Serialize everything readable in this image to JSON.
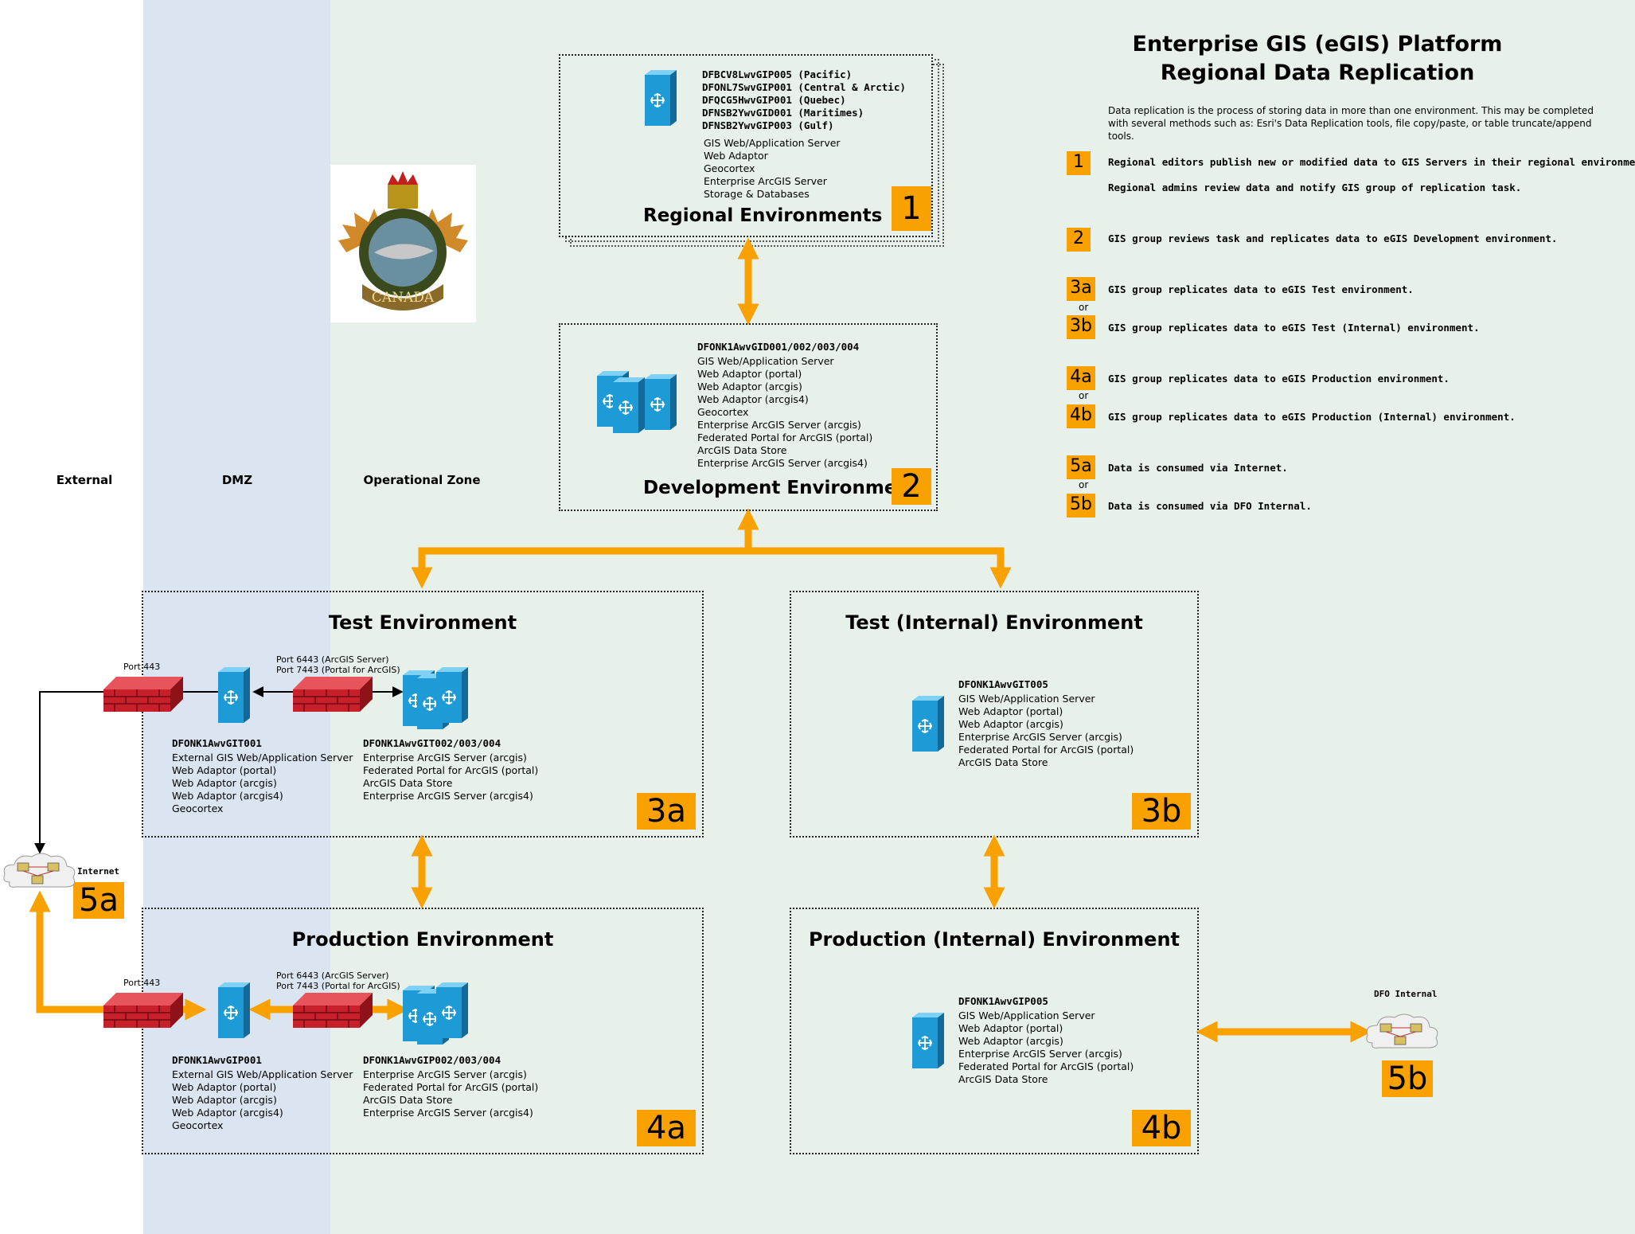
{
  "zones": {
    "external": "External",
    "dmz": "DMZ",
    "operational": "Operational Zone"
  },
  "title": {
    "line1": "Enterprise GIS (eGIS) Platform",
    "line2": "Regional Data Replication"
  },
  "intro": "Data replication is the process of storing data in more than one environment.  This may be completed with several methods such as: Esri's Data Replication tools, file copy/paste, or table truncate/append tools.",
  "steps": [
    {
      "badge": "1",
      "text": "Regional editors publish new or modified data to GIS Servers in their regional environments."
    },
    {
      "badge": "",
      "text": "Regional admins review data and notify GIS group of replication task."
    },
    {
      "badge": "2",
      "text": "GIS group reviews task and replicates data to eGIS Development environment."
    },
    {
      "badge": "3a",
      "text": "GIS group replicates data to eGIS Test environment."
    },
    {
      "badge": "3b",
      "text": "GIS group replicates data to eGIS Test (Internal) environment."
    },
    {
      "badge": "4a",
      "text": "GIS group replicates data to eGIS Production environment."
    },
    {
      "badge": "4b",
      "text": "GIS group replicates data to eGIS Production (Internal) environment."
    },
    {
      "badge": "5a",
      "text": "Data is consumed via Internet."
    },
    {
      "badge": "5b",
      "text": "Data is consumed via DFO Internal."
    }
  ],
  "or_label": "or",
  "regional": {
    "title": "Regional Environments",
    "badge": "1",
    "hosts": [
      "DFBCV8LwvGIP005 (Pacific)",
      "DFONL7SwvGIP001 (Central & Arctic)",
      "DFQCG5HwvGIP001 (Quebec)",
      "DFNSB2YwvGID001 (Maritimes)",
      "DFNSB2YwvGIP003 (Gulf)"
    ],
    "services": [
      "GIS Web/Application Server",
      "Web Adaptor",
      "Geocortex",
      "Enterprise ArcGIS Server",
      "Storage & Databases"
    ]
  },
  "development": {
    "title": "Development Environment",
    "badge": "2",
    "host": "DFONK1AwvGID001/002/003/004",
    "services": [
      "GIS Web/Application Server",
      "Web Adaptor (portal)",
      "Web Adaptor (arcgis)",
      "Web Adaptor (arcgis4)",
      "Geocortex",
      "Enterprise ArcGIS Server (arcgis)",
      "Federated Portal for ArcGIS (portal)",
      "ArcGIS Data Store",
      "Enterprise ArcGIS Server (arcgis4)"
    ]
  },
  "test": {
    "title": "Test Environment",
    "badge": "3a",
    "port_443": "Port 443",
    "port_6443": "Port 6443 (ArcGIS Server)",
    "port_7443": "Port 7443 (Portal for ArcGIS)",
    "host1": "DFONK1AwvGIT001",
    "services1": [
      "External GIS Web/Application Server",
      "Web Adaptor (portal)",
      "Web Adaptor (arcgis)",
      "Web Adaptor (arcgis4)",
      "Geocortex"
    ],
    "host2": "DFONK1AwvGIT002/003/004",
    "services2": [
      "Enterprise ArcGIS Server (arcgis)",
      "Federated Portal for ArcGIS (portal)",
      "ArcGIS Data Store",
      "Enterprise ArcGIS Server (arcgis4)"
    ]
  },
  "test_internal": {
    "title": "Test (Internal) Environment",
    "badge": "3b",
    "host": "DFONK1AwvGIT005",
    "services": [
      "GIS Web/Application Server",
      "Web Adaptor (portal)",
      "Web Adaptor (arcgis)",
      "Enterprise ArcGIS Server (arcgis)",
      "Federated Portal for ArcGIS (portal)",
      "ArcGIS Data Store"
    ]
  },
  "production": {
    "title": "Production Environment",
    "badge": "4a",
    "port_443": "Port 443",
    "port_6443": "Port 6443 (ArcGIS Server)",
    "port_7443": "Port 7443 (Portal for ArcGIS)",
    "host1": "DFONK1AwvGIP001",
    "services1": [
      "External GIS Web/Application Server",
      "Web Adaptor (portal)",
      "Web Adaptor (arcgis)",
      "Web Adaptor (arcgis4)",
      "Geocortex"
    ],
    "host2": "DFONK1AwvGIP002/003/004",
    "services2": [
      "Enterprise ArcGIS Server (arcgis)",
      "Federated Portal for ArcGIS (portal)",
      "ArcGIS Data Store",
      "Enterprise ArcGIS Server (arcgis4)"
    ]
  },
  "production_internal": {
    "title": "Production (Internal) Environment",
    "badge": "4b",
    "host": "DFONK1AwvGIP005",
    "services": [
      "GIS Web/Application Server",
      "Web Adaptor (portal)",
      "Web Adaptor (arcgis)",
      "Enterprise ArcGIS Server (arcgis)",
      "Federated Portal for ArcGIS (portal)",
      "ArcGIS Data Store"
    ]
  },
  "internet": {
    "label": "Internet",
    "badge": "5a"
  },
  "dfo_internal": {
    "label": "DFO Internal",
    "badge": "5b"
  },
  "crest": {
    "motto": "CANADA"
  },
  "colors": {
    "arrow": "#f9a100",
    "badge": "#f9a100",
    "server": "#1e9ad6",
    "firewall": "#c8202a",
    "dmz": "#dbe5f1",
    "operational": "#e8f0ea"
  }
}
